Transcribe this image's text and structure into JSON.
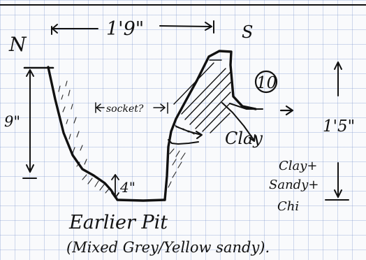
{
  "title_text": "",
  "labels": {
    "north": "N",
    "south": "S",
    "top_width": "1'9\"",
    "left_depth": "9\"",
    "right_depth": "1'5\"",
    "socket": "socket?",
    "bottom_step": "4\"",
    "clay": "Clay",
    "right_note_1": "Clay+",
    "right_note_2": "Sandy+",
    "right_note_3": "Chi",
    "pit_name": "Earlier Pit",
    "fill_note": "(Mixed Grey/Yellow sandy).",
    "feature_number": "10"
  },
  "colors": {
    "ink": "#111111",
    "grid": "#7d96cd",
    "paper": "#f9fafc"
  }
}
